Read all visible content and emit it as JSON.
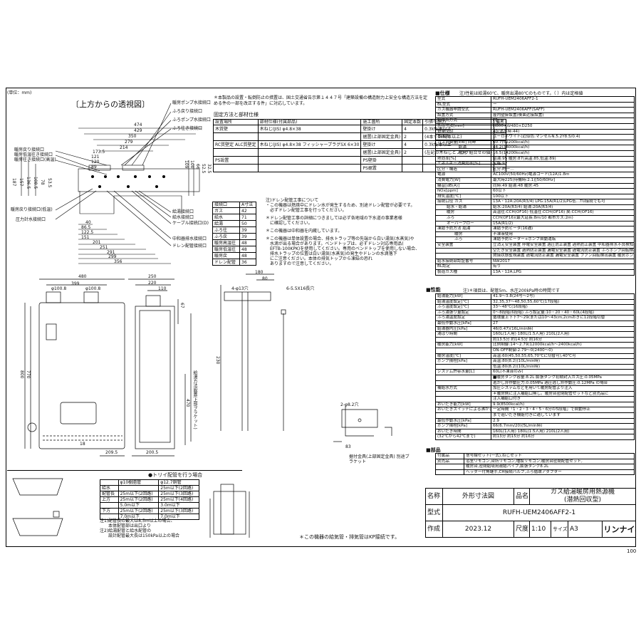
{
  "unit": "(単位：mm)",
  "page_number": "100",
  "top_view_title": "〔上方からの透視図〕",
  "top_view": {
    "dims_top": [
      "474",
      "429",
      "350",
      "279",
      "214",
      "173.5",
      "121",
      "120",
      "89"
    ],
    "dims_left": [
      "187",
      "157",
      "136.5",
      "108.5",
      "78",
      "53.5"
    ],
    "dims_right": [
      "109",
      "100",
      "66",
      "52.5",
      "32.5"
    ],
    "dims_bottom": [
      "40",
      "86.5",
      "122.5",
      "151",
      "201",
      "251",
      "291",
      "299",
      "356"
    ],
    "labels_left": [
      "暖房戻り接続口",
      "暖房低温往き接続口",
      "暖房往き接続口(高温)",
      "暖房戻り接続口(低温)",
      "圧力計水接続口"
    ],
    "labels_right": [
      "暖房ポンプ水接続口",
      "ふろ戻り接続口",
      "ふろポンプ水接続口",
      "ふろ往き接続口",
      "給湯接続口",
      "給水接続口",
      "ケーブル接続口(D)",
      "中和器排水接続口",
      "ドレン配管接続口"
    ]
  },
  "notes_install": "＊本製品の設置・転倒防止の措置は、国土交通省告示第１４４７号「建築設備の構造耐力上安全な構造方法を定める件の一部を改正する件」に対応しています。",
  "fix_table": {
    "title": "固定方法と部材仕様",
    "headers": [
      "設置場所",
      "部材仕様(付属部品)",
      "施工箇所",
      "固定本数",
      "引張り耐力",
      "備考"
    ],
    "rows": [
      [
        "木質壁",
        "木ねじ(JIS) φ4.8×38",
        "壁掛け",
        "4",
        "0.3kN/本以上",
        ""
      ],
      [
        "",
        "",
        "据置(上部固定金具)",
        "2",
        "(4本で1kN/本以上)",
        ""
      ],
      [
        "RC質壁定 ALC質壁定",
        "木ねじ(JIS) φ4.8×38 フィッシャープラグSX 6×30",
        "壁掛け",
        "4",
        "0.3kN/本以上",
        ""
      ],
      [
        "",
        "",
        "据置(上部固定金具)",
        "2",
        "(左記の木ねじとプラグ組合せの値)",
        ""
      ],
      [
        "PS設置",
        "",
        "PS壁掛",
        "",
        "",
        ""
      ],
      [
        "",
        "",
        "PS据置",
        "",
        "",
        ""
      ]
    ]
  },
  "conn_table": {
    "headers": [
      "接続口",
      "A寸法"
    ],
    "rows": [
      [
        "ガス",
        "42"
      ],
      [
        "給水",
        "71"
      ],
      [
        "給湯",
        "50"
      ],
      [
        "ふろ往",
        "39"
      ],
      [
        "ふろ戻",
        "39"
      ],
      [
        "暖房高温往",
        "48"
      ],
      [
        "暖房低温往",
        "48"
      ],
      [
        "暖房戻",
        "48"
      ],
      [
        "ドレン配管",
        "36"
      ]
    ]
  },
  "drain_notes": [
    "注)ドレン配管工事について",
    "・この機器は燃焼中にドレン水が発生するため、別途ドレン配管が必要です。",
    "　必ずドレン配管工事を行ってください。",
    "＊ドレン配管工事の詳細につきましては必ず各地域の下水道の事業者様",
    "　に確認してください。",
    "＊この機器は中和器を内蔵しています。",
    "＊この機器は単体設置の場合、排水トラップ等の先端から白い湯気(水蒸気)や",
    "　水滴が出る場合があります。ベンドトップは、必ずドレン対応専用品(",
    "　EFTB-100KPK)を使用してください。専用のベンドトップを使用しない場合、",
    "　排水トラップの位置は白い湯気(水蒸気)の発生やドレンの水滴落下",
    "　にご注意ください。本体の排気トップから凍結の恐れ",
    "　ありますので注意してください。"
  ],
  "front_view": {
    "dims": [
      "480",
      "399",
      "φ100.8",
      "φ100.8",
      "800",
      "770",
      "209.5",
      "18"
    ]
  },
  "side_view": {
    "dims": [
      "250",
      "220",
      "110",
      "67",
      "200.5",
      "470"
    ],
    "label": "給湯方法設置(上部ブラケット)"
  },
  "bracket_view": {
    "dims": [
      "180",
      "80",
      "4-φ13穴",
      "6-5.5X16長穴",
      "230",
      "2-φ8.2穴",
      "83"
    ],
    "label": "据付金具(上部固定金具) 別途ブラケット"
  },
  "pipe_section": {
    "headers": [
      "",
      "φ10樹脂管",
      "φ12.7銅管"
    ],
    "rows": [
      [
        "給水",
        "",
        "25m以下(2回路)"
      ],
      [
        "配管長",
        "25m以下(2回路)",
        "25m以下(3回路)"
      ],
      [
        "上方",
        "25m以下(2回路)",
        "25m以下(4回路)"
      ],
      [
        "",
        "5.0m以下",
        "3.0m以下"
      ],
      [
        "下方",
        "25m以下(2回路)",
        "25m以下(3回路)"
      ],
      [
        "",
        "7.0m以下",
        "7.0m以下"
      ]
    ],
    "notes": [
      "注1)配管長の最大は8,5m以上の場合、",
      "　　本体配管部は出口より",
      "注2)給湯配管と給水配管の",
      "　　設計配管最大長は150kPa以上の場合"
    ],
    "trap_title": "●トリイ配管を行う場合",
    "kp_note": "＊この機器の給気管・排気管はKP接続です。"
  },
  "spec_title": "■仕様",
  "spec_note": "注)性能は給湯60℃、暖房出湯80℃のものです。（ ）内は定格値",
  "spec_rows": [
    [
      "型式",
      "RUFH-UEM2406AFF2-1"
    ],
    [
      "BL型式",
      "ー"
    ],
    [
      "ガス機器申請型式",
      "RUFH-UEM2406AFF(SAFF)"
    ],
    [
      "設置方式",
      "屋内壁掛設置(後面近接設置)"
    ],
    [
      "給排気方式",
      "FF"
    ],
    [
      "外形寸法[mm]",
      "H800×W480×D250"
    ],
    [
      "質量[kg]",
      "40(満水時:44)"
    ],
    [
      "本体色",
      "ユーロホワイト(近似色:マンセルN.5.2Y8.5/0.4)"
    ],
    [
      "ガス消費量[kW] 同時",
      "60.7(52200kcal/h)"
    ],
    [
      "　　　　　 給湯",
      "44.2(38000kcal/h)"
    ],
    [
      "　　　　　 暖房",
      "16.5(14200kcal/h)"
    ],
    [
      "熱効率[%]",
      "給湯:95 暖房:87(高温:85,低温:89)"
    ],
    [
      "エネルギー消費効率[%]",
      "定格:92"
    ],
    [
      "区分・構造",
      "区分:貯ー…"
    ],
    [
      "電源",
      "AC100V(50/60Hz)電源コード(12A)1.8m"
    ],
    [
      "消費電力[W]",
      "最大時225(待機時:2.1)[50/60Hz]"
    ],
    [
      "騒音[dB(A)]",
      "同時:49 給湯:48 暖房:45"
    ],
    [
      "NOx[ppm]",
      "60以下"
    ],
    [
      "排気温度[℃]",
      "100以下"
    ],
    [
      "接続口径 ガス",
      "13A・12A:20A(R3/4) LPG:15A(R1/2)LPG低…TU接続でも可"
    ],
    [
      "　　 給水・給湯",
      "給水:20A(R3/4) 給湯:20A(R3/4)"
    ],
    [
      "　　 暖房",
      "高温往:CCH(OF16) 低温往:CCH(OF16) 戻:CCH(OF16)"
    ],
    [
      "　　 ふろ",
      "CCH(OF16)(最大延長:8m/10 都市ガス:2m)"
    ],
    [
      "　　 オーバーフロー",
      "15A(R1/2)"
    ],
    [
      "凍結予防方法 給湯",
      "凍結予防ヒータ(16通)"
    ],
    [
      "　　　　 暖房",
      "不凍液使用"
    ],
    [
      "　　　　 ふろ",
      "凍結予防ヒーター+ポンプ自動運転"
    ],
    [
      "安全装置",
      "立消え安全装置 停電安全装置 過圧防止装置 過熱防止装置 中和器排水不良検知装置"
    ],
    [
      "",
      "空だき安全装置 過熱防止装置 漏電安全装置 過電流防止装置 ふろポンプ回転検出装置"
    ],
    [
      "",
      "燃焼状態監視装置 過電流防止装置 漏電安全装置 ファン回転検出装置 暖房ポンプ回転検出装置"
    ],
    [
      "給水接続部認証番号",
      "NW2017"
    ],
    [
      "BL認定",
      "有り"
    ],
    [
      "製造ガス種",
      "13A・12A,LPG"
    ]
  ],
  "perf_title": "■性能",
  "perf_note": "注)＊項目は、配管5m、水圧200kPa時の時間です",
  "perf_rows": [
    [
      "給湯能力[kW]",
      "41.9〜3.8(24号〜2号)"
    ],
    [
      "給湯温度設定[℃]",
      "32,35,37〜48,50,55,60℃(17段階)"
    ],
    [
      "ふろ温度設定[℃]",
      "33〜48℃(16段階)"
    ],
    [
      "ふろ湯張り量設定",
      "0〜8段階(6段階) ふろ設定量:10・20・40・60L(4段階)"
    ],
    [
      "ふろ湯温度設定",
      "循環量上下下7〜29(または10〜43cm,2cmおきに12段階切替"
    ],
    [
      "最低作動水圧[kPa]",
      "27"
    ],
    [
      "給湯器内圧[kPa]",
      "46(0.47)(16L/min時)"
    ],
    [
      "湯はり時間",
      "160L(1人用) 180L(1.5人用) 210L(2人用)"
    ],
    [
      "",
      "約13.5分 約14.5分 約16分"
    ],
    [
      "暖房能力[kW]",
      "比例制御:14〜2.79(12000kcal/h〜2400kcal/h)"
    ],
    [
      "",
      "ON-OFF制御:2.79〜0(2400〜0)"
    ],
    [
      "暖房温度[℃]",
      "高温:60(45,50,55,65,70℃に切替可),40℃可"
    ],
    [
      "ポンプ揚程[kPa]",
      "高温:80(8.2)(10L/min時)"
    ],
    [
      "",
      "低温:80(8.2)(10L/min時)"
    ],
    [
      "システム許容水量[L]",
      "60L(不凍液のみ)"
    ],
    [
      "",
      "■暖房タンク容量:8.2L 膨張タンク初期封入ガス圧:0.05MPa"
    ],
    [
      "",
      "逃がし弁作動圧力:0.05MPa 過圧逃し弁作動圧:0.12MPa の場合"
    ],
    [
      "補給水方式",
      "加圧システムなどを用いて暖房配管より注入"
    ],
    [
      "",
      "＊暖房側に注入補給口無し。暖房台密閉配管セットなど別売品に"
    ],
    [
      "",
      "注入補給口付き"
    ],
    [
      "おいだき能力[kW]",
      "9.9(8500kcal/h)"
    ],
    [
      "おいだきスイッチによる沸かし方",
      "一定時間「1・2・3・4・5・6分の5段階」で自動停止"
    ],
    [
      "",
      "まで追いだき機能付きに適しています"
    ],
    [
      "最低作動水圧[kPa]",
      "2.9"
    ],
    [
      "ポンプ揚程[kPa]",
      "66(6.7mm/20)(5L/min時)"
    ],
    [
      "おいだき時間",
      "160L(1人用) 180L(1.5人用) 210L(2人用)"
    ],
    [
      "(32℃から42℃まで)",
      "約13分 約15分 約16分"
    ]
  ],
  "parts_title": "■部品",
  "parts_rows": [
    [
      "付属品",
      "信号線セット(一式),ねじセット"
    ],
    [
      "別売品",
      "浴室リモコン,台所リモコン,増設リモコン,暖房台密閉配管セット,"
    ],
    [
      "",
      "暖房台,密閉給吸用連結パイプ,膨張タンク8.2L"
    ],
    [
      "",
      "ヘッダー付角継手,CH接続バルブ,ふろ循環アダプター"
    ]
  ],
  "title_block": {
    "name_label": "名称",
    "name_value": "外形寸法図",
    "product_label": "品名",
    "product_value_1": "ガス給湯暖房用熱源機",
    "product_value_2": "(潜熱回収型)",
    "model_label": "型式",
    "model_value": "RUFH-UEM2406AFF2-1",
    "made_label": "作成",
    "made_value": "2023.12",
    "scale_label": "尺度",
    "scale_value": "1:10",
    "size_label": "サイズ",
    "size_value": "A3",
    "company": "リンナイ株式会社"
  }
}
